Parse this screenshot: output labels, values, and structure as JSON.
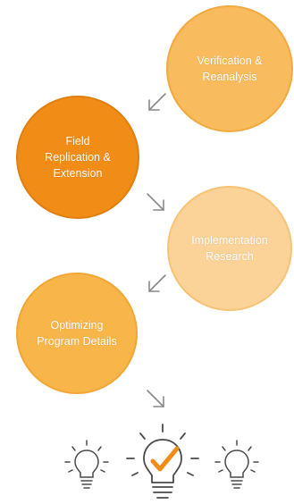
{
  "steps": [
    {
      "label": "Verification &\nReanalysis",
      "fill": "#F8BB5E",
      "border": "#F2A93F"
    },
    {
      "label": "Field\nReplication &\nExtension",
      "fill": "#F18C16",
      "border": "#E07E10"
    },
    {
      "label": "Implementation\nResearch",
      "fill": "#FBD297",
      "border": "#F6C377"
    },
    {
      "label": "Optimizing\nProgram Details",
      "fill": "#F8B549",
      "border": "#F1A737"
    }
  ],
  "colors": {
    "arrow": "#888888",
    "bulb_outline": "#4A4A4A",
    "checkmark": "#F18C16"
  },
  "icons": [
    "lightbulb-icon",
    "lightbulb-check-icon",
    "lightbulb-icon"
  ]
}
